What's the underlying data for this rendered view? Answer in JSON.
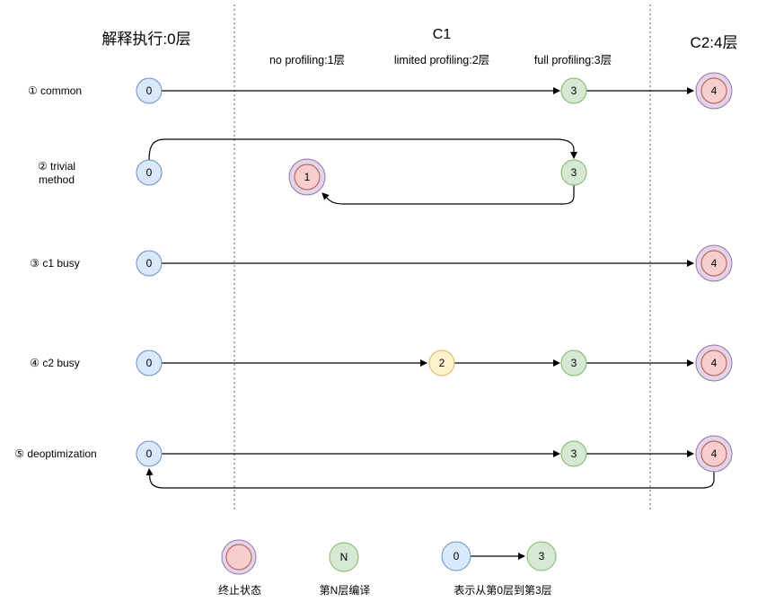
{
  "colors": {
    "blue_fill": "#DAE8FC",
    "blue_stroke": "#6C8EBF",
    "green_fill": "#D5E8D4",
    "green_stroke": "#82B366",
    "yellow_fill": "#FFF2CC",
    "yellow_stroke": "#D6B656",
    "pink_fill": "#F8CECC",
    "pink_stroke": "#B85450",
    "purple_fill": "#E1D5E7",
    "purple_stroke": "#9673A6",
    "line_color": "#000000",
    "divider_color": "#999999",
    "text_color": "#000000"
  },
  "headers": {
    "interpreted": "解释执行:0层",
    "c1": "C1",
    "c2": "C2:4层",
    "no_profiling": "no profiling:1层",
    "limited_profiling": "limited profiling:2层",
    "full_profiling": "full profiling:3层"
  },
  "rows": [
    {
      "label": "① common",
      "nodes": {
        "n0": "0",
        "n3": "3",
        "n4": "4"
      }
    },
    {
      "label": "② trivial method",
      "nodes": {
        "n0": "0",
        "n1": "1",
        "n3": "3"
      }
    },
    {
      "label": "③ c1 busy",
      "nodes": {
        "n0": "0",
        "n4": "4"
      }
    },
    {
      "label": "④ c2 busy",
      "nodes": {
        "n0": "0",
        "n2": "2",
        "n3": "3",
        "n4": "4"
      }
    },
    {
      "label": "⑤ deoptimization",
      "nodes": {
        "n0": "0",
        "n3": "3",
        "n4": "4"
      }
    }
  ],
  "legend": {
    "terminal_label": "终止状态",
    "compile_label": "第N层编译",
    "transition_label": "表示从第0层到第3层",
    "n_node": "N",
    "from_node": "0",
    "to_node": "3"
  }
}
